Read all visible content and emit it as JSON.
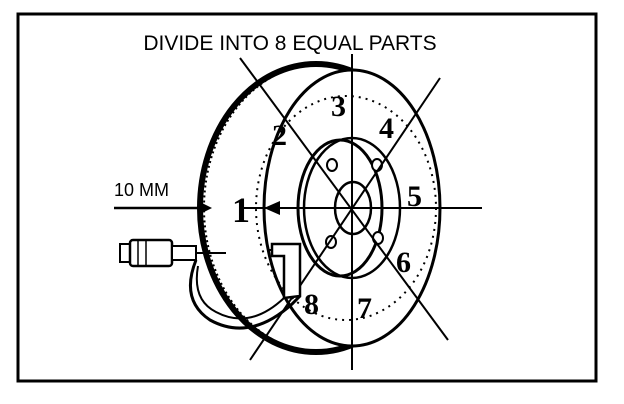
{
  "title": "DIVIDE INTO 8 EQUAL PARTS",
  "measurement_label": "10 MM",
  "sections": [
    "1",
    "2",
    "3",
    "4",
    "5",
    "6",
    "7",
    "8"
  ]
}
